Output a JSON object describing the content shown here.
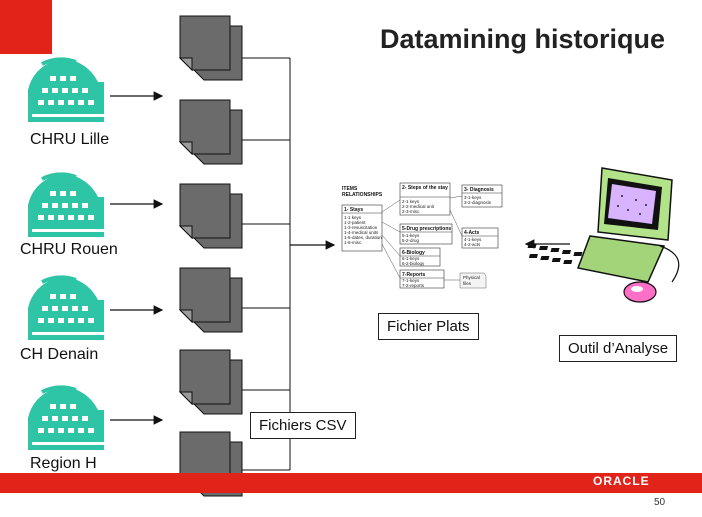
{
  "title": "Datamining historique",
  "sources": [
    {
      "label": "CHRU Lille"
    },
    {
      "label": "CHRU Rouen"
    },
    {
      "label": "CH Denain"
    },
    {
      "label": "Region H"
    }
  ],
  "csv_label": "Fichiers CSV",
  "flat_label": "Fichier Plats",
  "tool_label": "Outil d’Analyse",
  "er_diagram": {
    "heading": [
      "ITEMS",
      "RELATIONSHIPS"
    ],
    "stays": {
      "title": "1- Stays",
      "rows": [
        "1-1 keys",
        "1-2-patient",
        "1-3-resuscitation",
        "1-4-medical units",
        "1-5-dates, duration",
        "1-6-misc."
      ]
    },
    "steps": {
      "title": "2- Steps of the stay",
      "rows": [
        "2-1 keys",
        "2-2-medical unit",
        "2-3-misc."
      ]
    },
    "diagnosis": {
      "title": "3- Diagnosis",
      "rows": [
        "3-1-keys",
        "3-2-diagnosis"
      ]
    },
    "drugs": {
      "title": "5-Drug prescriptions",
      "rows": [
        "5-1-keys",
        "5-2-drug"
      ]
    },
    "acts": {
      "title": "4-Acts",
      "rows": [
        "4-1-keys",
        "4-2-acts"
      ]
    },
    "biology": {
      "title": "6-Biology",
      "rows": [
        "6-1-keys",
        "6-2-biology"
      ]
    },
    "reports": {
      "title": "7-Reports",
      "rows": [
        "7-1-keys",
        "7-2-reports"
      ]
    },
    "physical": [
      "Physical",
      "files"
    ]
  },
  "footer": {
    "logo": "ORACLE",
    "page_number": "50"
  },
  "colors": {
    "accent_red": "#e2231a",
    "hospital_teal": "#2ec4a6",
    "document_gray": "#6b6b6b"
  },
  "icons": [
    "hospital-icon",
    "document-stack-icon",
    "computer-icon"
  ]
}
